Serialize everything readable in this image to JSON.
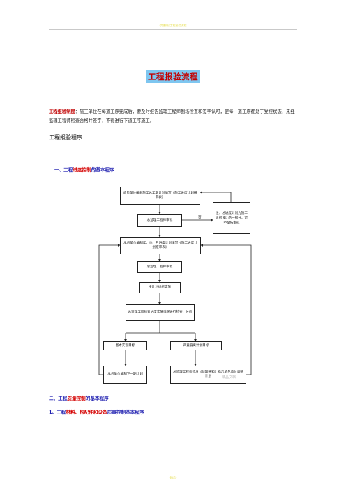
{
  "header": {
    "note": "(完整版)工程报验流程"
  },
  "title": "工程报验流程",
  "intro": {
    "lead": "工程报验制度",
    "sep": "：",
    "text": "施工单位在每道工序完成后，要及时报告监理工程师到场检查和签字认可，使每一道工序都处于受控状态，未经监理工程师检查合格并签字，不得进行下道工序施工。"
  },
  "procedure_heading": "工程报验程序",
  "section1": {
    "prefix": "一、工程",
    "highlight": "进度控制",
    "suffix": "的基本程序"
  },
  "flowchart": {
    "box_plan": "承包单位编制施工总工期计划填写《施工进度计划报审表》",
    "box_review": "总监理工程师审批",
    "label_no": "否",
    "box_note": "注：总进度计划为施工组织设计的一部分，可不单独审批",
    "box_periodic": "承包单位编制年、季、月进度计划填写《施工进度计划报审表》",
    "box_review2": "总监理工程师审批",
    "box_implement": "按计划组织实施",
    "box_inspect": "总监理工程师对进度实施情况进行检查、分析",
    "box_basic": "基本实现目标",
    "box_serious": "严重偏离计划目标",
    "box_next": "承包单位编制下一期计划",
    "box_notice": "总监理工程师签发《监理通知》指示承包单位调整计划"
  },
  "section2": {
    "prefix": "二、工程",
    "highlight": "质量控制",
    "suffix": "的基本程序"
  },
  "section3": {
    "prefix": "1、工程",
    "highlight": "材料、构配件和设备",
    "suffix": "质量控制基本程序"
  },
  "footer": {
    "note": "-精品-"
  },
  "watermark": "精品文档"
}
